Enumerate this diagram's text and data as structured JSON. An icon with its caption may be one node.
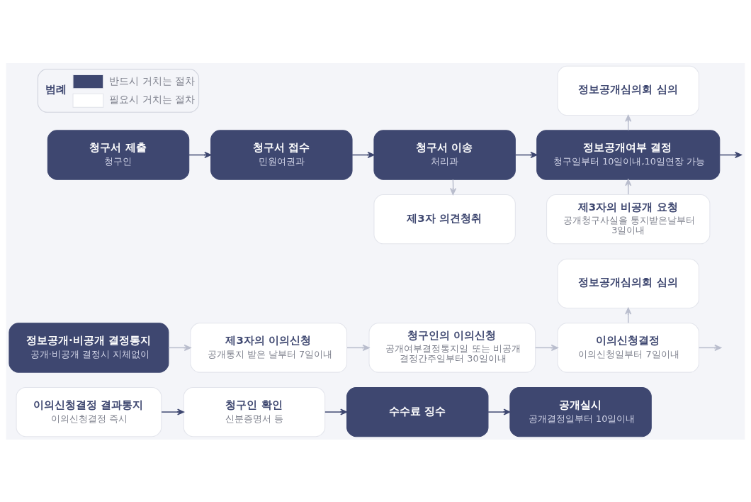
{
  "diagram": {
    "nodes": [
      {
        "text": [
          "정보공개심의회 심의"
        ]
      },
      {
        "text": [
          "청구서 제출",
          "청구인"
        ]
      },
      {
        "text": [
          "청구서 접수",
          "민원여권과"
        ]
      },
      {
        "text": [
          "청구서 이송",
          "처리과"
        ]
      },
      {
        "text": [
          "정보공개여부 결정",
          "청구일부터 10일이내,10일연장 가능"
        ]
      },
      {
        "text": [
          "제3자 의견청취"
        ]
      },
      {
        "text": [
          "제3자의 비공개 요청",
          "공개청구사실을 통지받은날부터 3일이내"
        ]
      },
      {
        "text": [
          "정보공개심의회 심의"
        ]
      },
      {
        "text": [
          "정보공개·비공개 결정통지",
          "공개·비공개 결정시 지체없이"
        ]
      },
      {
        "text": [
          "제3자의 이의신청",
          "공개통지 받은 날부터 7일이내"
        ]
      },
      {
        "text": [
          "청구인의 이의신청",
          "공개여부결정통지일 또는 비공개 결정간주일부터 30일이내"
        ]
      },
      {
        "text": [
          "이의신청결정",
          "이의신청일부터 7일이내"
        ]
      },
      {
        "text": [
          "이의신청결정 결과통지",
          "이의신청결정 즉시"
        ]
      },
      {
        "text": [
          "청구인 확인",
          "신분증명서 등"
        ]
      },
      {
        "text": [
          "수수료 징수"
        ]
      },
      {
        "text": [
          "공개실시",
          "공개결정일부터 10일이내"
        ]
      }
    ],
    "edges": [
      {
        "from": 1,
        "to": 2,
        "arrow": "to",
        "color": "#3e4770"
      },
      {
        "from": 2,
        "to": 3,
        "arrow": "to",
        "color": "#3e4770"
      },
      {
        "from": 3,
        "to": 4,
        "arrow": "to",
        "color": "#3e4770"
      },
      {
        "from": 4,
        "to": null,
        "arrow": "to",
        "color": "#3e4770"
      },
      {
        "from": 3,
        "to": 5,
        "arrow": "to"
      },
      {
        "from": 4,
        "to": 0,
        "arrow": "to"
      },
      {
        "from": 6,
        "to": 4,
        "arrow": "to"
      },
      {
        "from": 8,
        "to": 9,
        "arrow": "to"
      },
      {
        "from": 9,
        "to": 10,
        "arrow": "to"
      },
      {
        "from": 10,
        "to": 11,
        "arrow": "to"
      },
      {
        "from": 11,
        "to": 7,
        "arrow": "to"
      },
      {
        "from": 11,
        "to": null,
        "arrow": "to"
      },
      {
        "from": 12,
        "to": 13,
        "arrow": "to",
        "color": "#3e4770"
      },
      {
        "from": 13,
        "to": 14,
        "arrow": "to",
        "color": "#3e4770"
      },
      {
        "from": 14,
        "to": 15,
        "arrow": "to",
        "color": "#3e4770"
      }
    ],
    "labels": [
      "범례"
    ],
    "legend": [
      {
        "text": "반드시 거치는 절차",
        "color": "#3e4770"
      },
      {
        "text": "필요시 거치는 절차",
        "color": "#ffffff"
      }
    ]
  }
}
